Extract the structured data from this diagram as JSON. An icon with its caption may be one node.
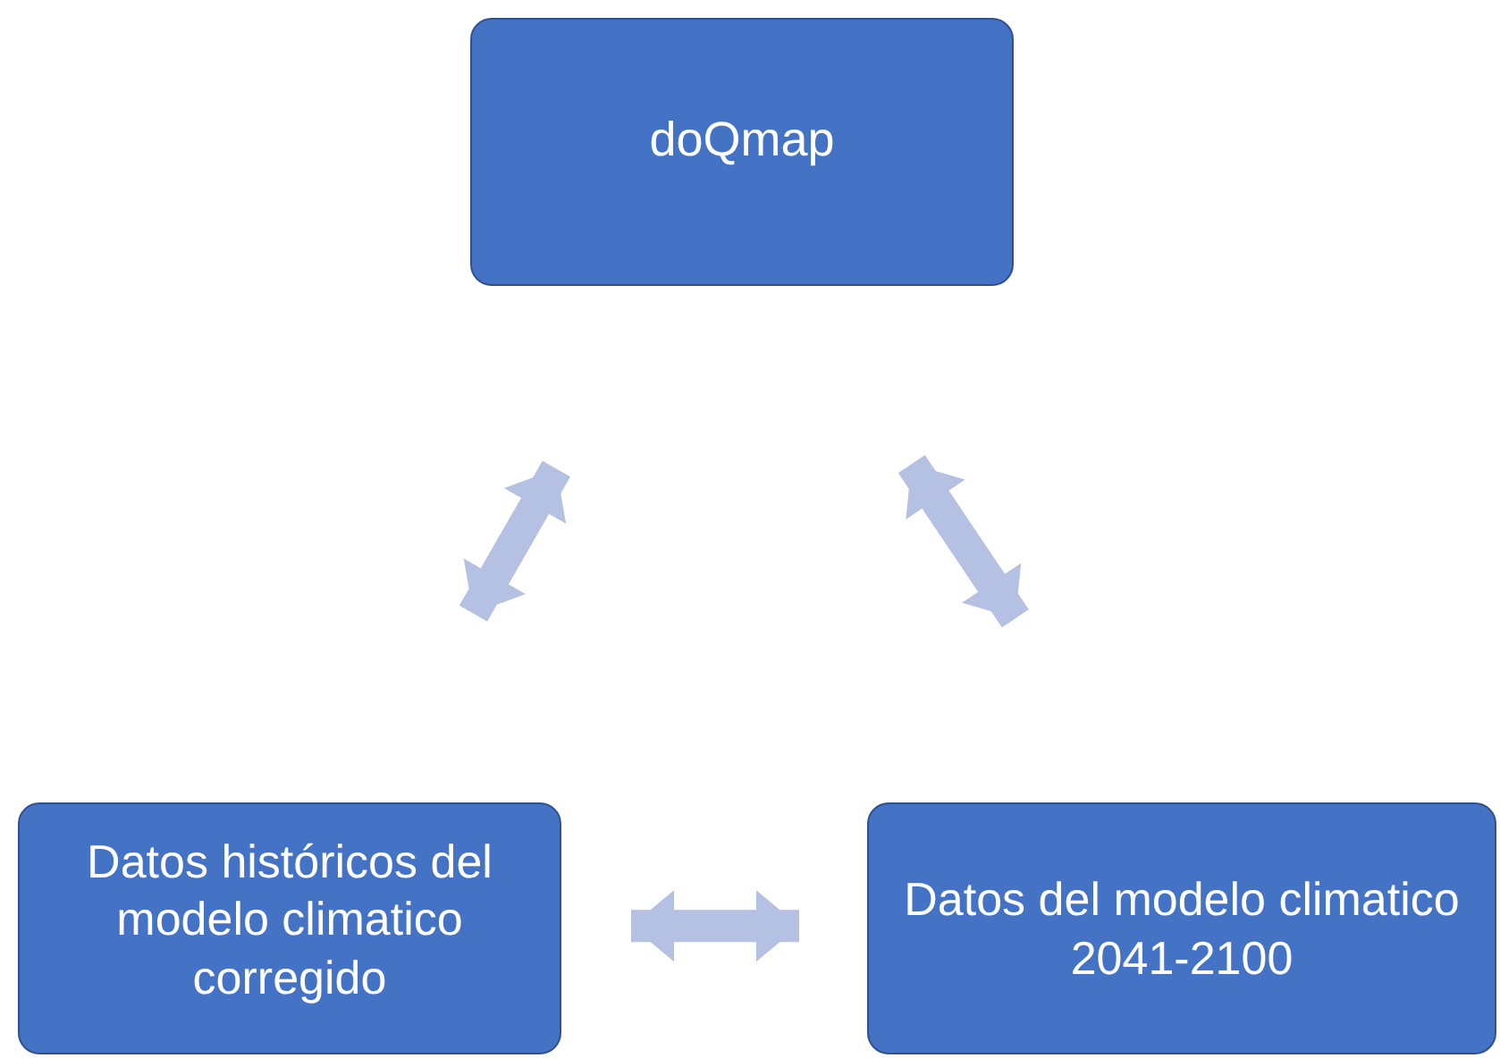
{
  "diagram": {
    "nodes": [
      {
        "text": [
          "doQmap"
        ]
      },
      {
        "text": [
          "Datos históricos del modelo climatico corregido"
        ]
      },
      {
        "text": [
          "Datos del modelo climatico  2041-2100"
        ]
      }
    ],
    "edges": [
      {
        "from": 1,
        "to": 0,
        "arrow": "both"
      },
      {
        "from": 0,
        "to": 2,
        "arrow": "both"
      },
      {
        "from": 1,
        "to": 2,
        "arrow": "both"
      }
    ]
  }
}
